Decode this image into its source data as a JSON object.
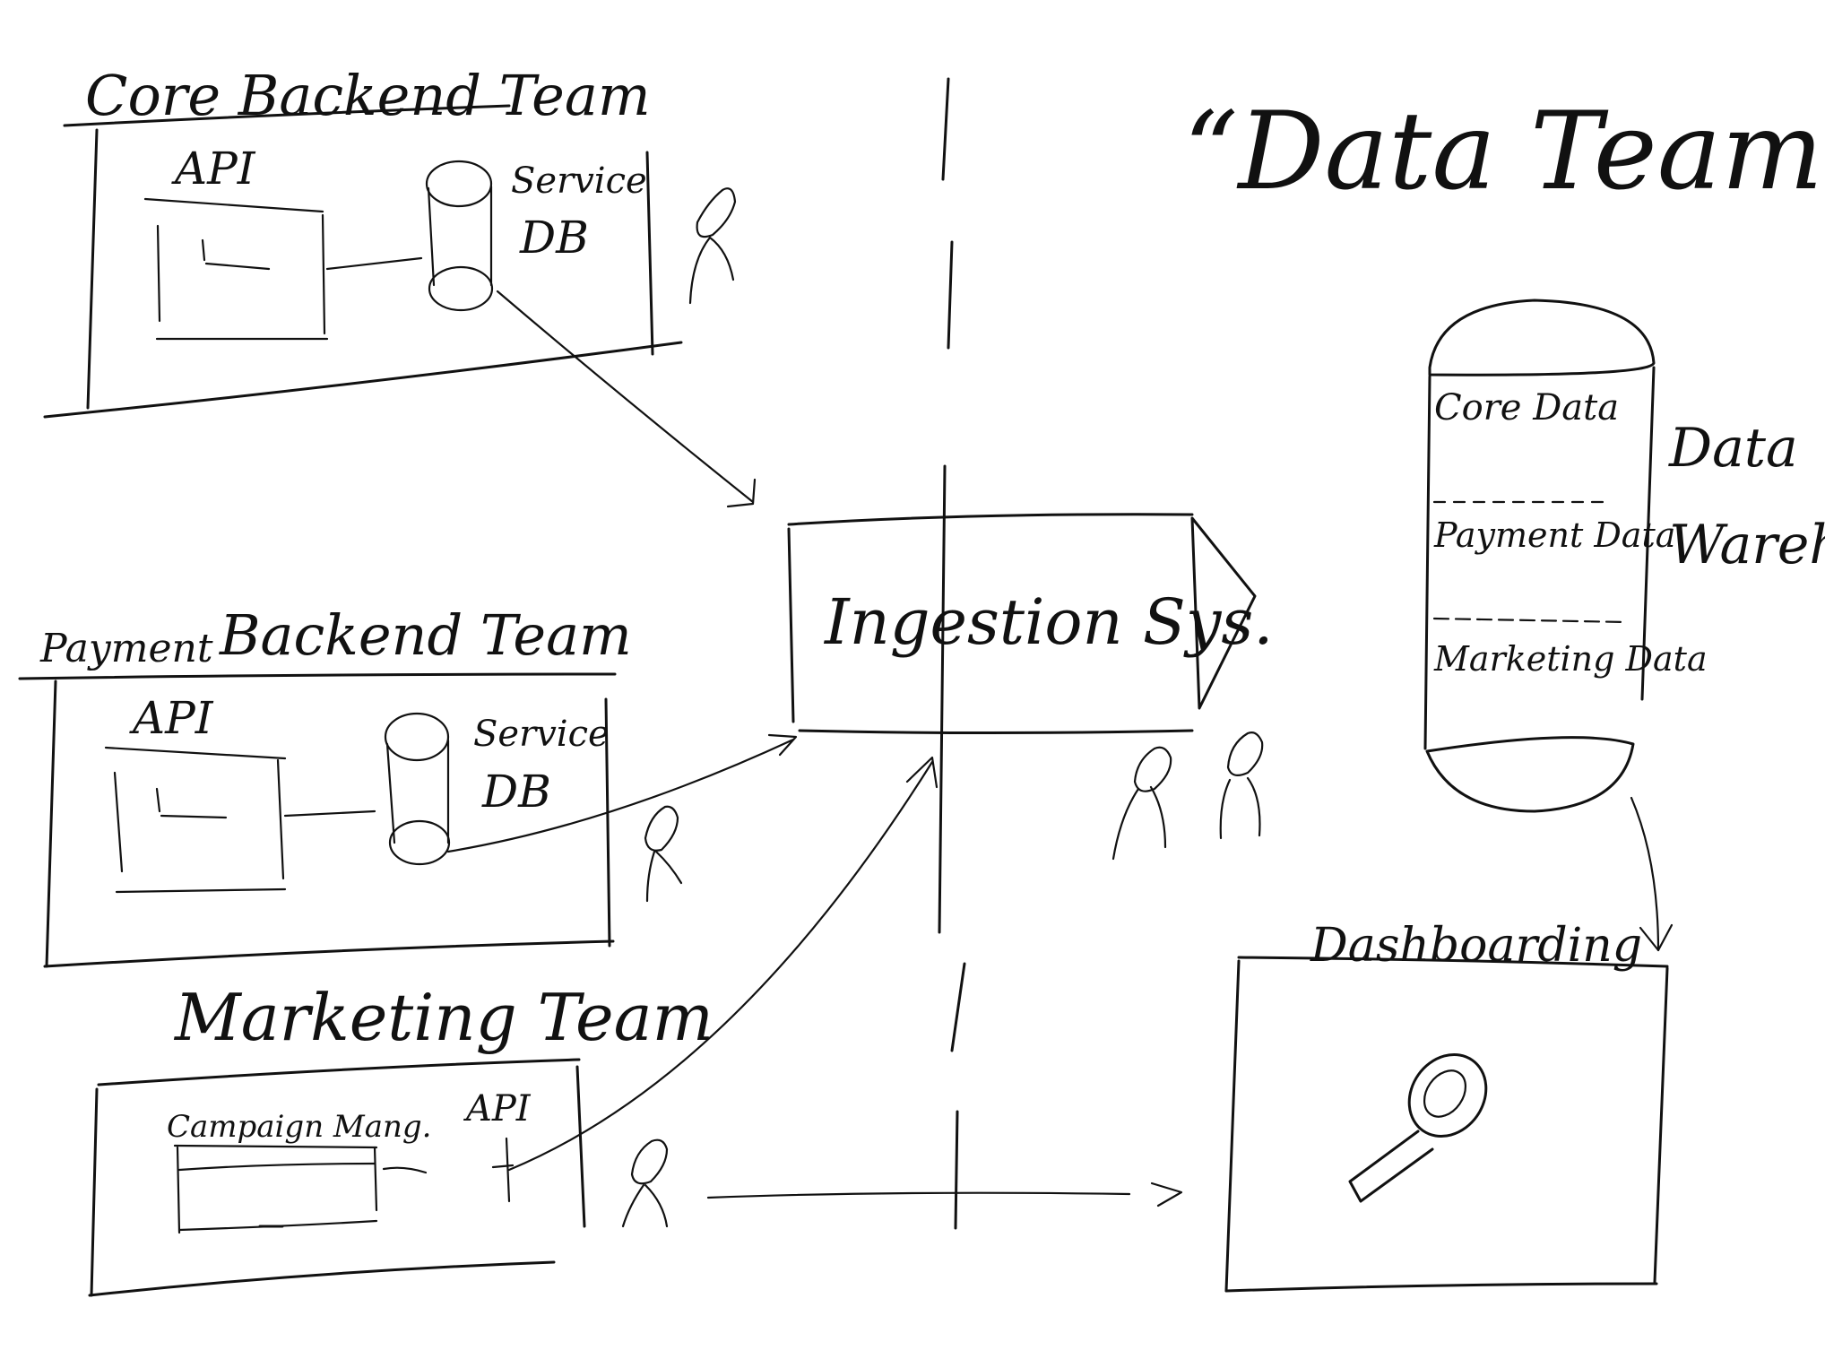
{
  "diagram": {
    "ink_color": "#111111",
    "background_color": "#ffffff",
    "teams": {
      "core": {
        "title": "Core Backend Team",
        "api_label": "API",
        "db_label_line1": "Service",
        "db_label_line2": "DB"
      },
      "payment": {
        "title_prefix": "Payment",
        "title_suffix": "Backend Team",
        "api_label": "API",
        "db_label_line1": "Service",
        "db_label_line2": "DB"
      },
      "marketing": {
        "title": "Marketing Team",
        "campaign_label": "Campaign Mang.",
        "api_label": "API"
      }
    },
    "data_team": {
      "title": "“Data Team”",
      "ingestion_label": "Ingestion Sys.",
      "warehouse_label_line1": "Data",
      "warehouse_label_line2": "Wareha",
      "sections": [
        "Core Data",
        "Payment Data",
        "Marketing Data"
      ],
      "dashboarding_label": "Dashboarding",
      "dashboard_icon": "magnifier-icon"
    }
  }
}
